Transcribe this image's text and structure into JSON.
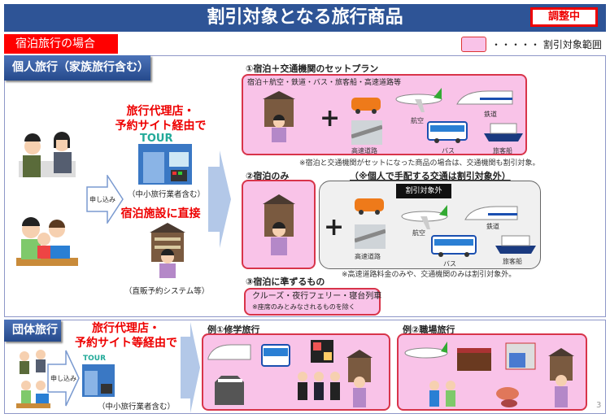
{
  "header": {
    "title": "割引対象となる旅行商品",
    "status": "調整中"
  },
  "case_label": "宿泊旅行の場合",
  "legend": {
    "text": "・・・・・ 割引対象範囲",
    "color": "#f9c3e8"
  },
  "individual": {
    "tab": "個人旅行（家族旅行含む）",
    "apply": "申し込み",
    "agency_line1": "旅行代理店・",
    "agency_line2": "予約サイト経由で",
    "agency_note": "（中小旅行業者含む）",
    "direct": "宿泊施設に直接",
    "direct_note": "（直販予約システム等）",
    "tour_logo": "TOUR",
    "plan1": {
      "title": "①宿泊＋交通機関のセットプラン",
      "subtitle": "宿泊＋航空・鉄道・バス・旅客船・高速道路等",
      "labels": [
        "高速道路",
        "航空",
        "鉄道",
        "バス",
        "旅客船"
      ],
      "note": "※宿泊と交通機関がセットになった商品の場合は、交通機関も割引対象。"
    },
    "plan2": {
      "title": "②宿泊のみ",
      "subtitle": "（※個人で手配する交通は割引対象外）",
      "excluded": "割引対象外",
      "labels": [
        "高速道路",
        "航空",
        "鉄道",
        "バス",
        "旅客船"
      ],
      "note": "※高速道路料金のみや、交通機関のみは割引対象外。"
    },
    "plan3": {
      "title": "③宿泊に準ずるもの",
      "line1": "クルーズ・夜行フェリー・寝台列車",
      "line2": "※座席のみとみなされるものを除く"
    }
  },
  "group": {
    "tab": "団体旅行",
    "apply": "申し込み",
    "agency_line1": "旅行代理店・",
    "agency_line2": "予約サイト等経由で",
    "agency_note": "（中小旅行業者含む）",
    "tour_logo": "TOUR",
    "example1": "例①修学旅行",
    "example2": "例②職場旅行"
  },
  "page_number": "3"
}
